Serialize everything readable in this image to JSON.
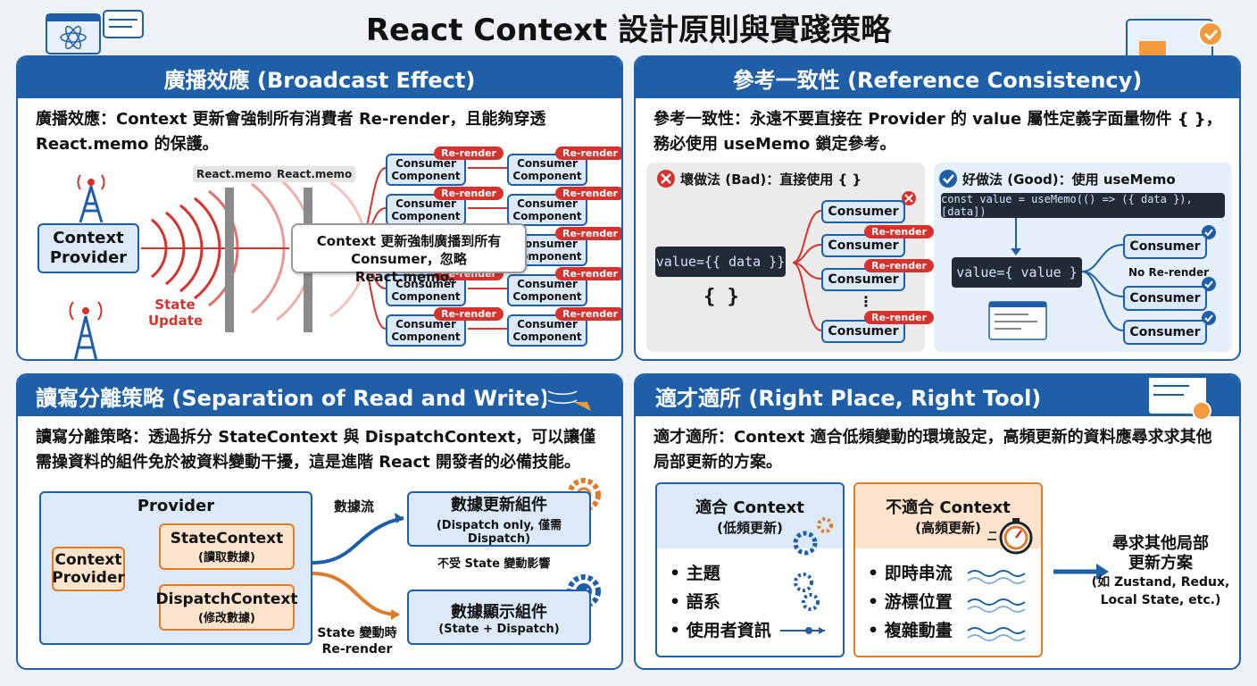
{
  "title": "React Context 設計原則與實踐策略",
  "p1": {
    "heading": "廣播效應 (Broadcast Effect)",
    "desc": "廣播效應：Context 更新會強制所有消費者 Re-render，且能夠穿透 React.memo 的保護。",
    "provider": "Context Provider",
    "memo1": "React.memo",
    "memo2": "React.memo",
    "state_update": "State Update",
    "callout": "Context 更新強制廣播到所有 Consumer，忽略 React.memo。",
    "consumer": "Consumer Component",
    "rerender": "Re-render"
  },
  "p2": {
    "heading": "參考一致性 (Reference Consistency)",
    "desc": "參考一致性：永遠不要直接在 Provider 的 value 屬性定義字面量物件 { }，務必使用 useMemo 鎖定參考。",
    "bad_title": "壞做法 (Bad)：直接使用 { }",
    "bad_code": "value={{ data }}",
    "braces": "{ }",
    "good_title": "好做法 (Good)：使用 useMemo",
    "good_code": "const value = useMemo(() => ({ data }), [data])",
    "good_value": "value={ value }",
    "consumer": "Consumer",
    "rerender": "Re-render",
    "dots": "⋮",
    "no_rerender": "No Re-render"
  },
  "p3": {
    "heading": "讀寫分離策略 (Separation of Read and Write)",
    "desc": "讀寫分離策略：透過拆分 StateContext 與 DispatchContext，可以讓僅需操資料的組件免於被資料變動干擾，這是進階 React 開發者的必備技能。",
    "provider": "Provider",
    "ctx_provider": "Context Provider",
    "state_ctx": "StateContext",
    "state_ctx_sub": "(讀取數據)",
    "dispatch_ctx": "DispatchContext",
    "dispatch_ctx_sub": "(修改數據)",
    "flow_label": "數據流",
    "update_comp": "數據更新組件",
    "update_comp_sub": "(Dispatch only, 僅需 Dispatch)",
    "unaffected": "不受 State 變動影響",
    "display_comp": "數據顯示組件",
    "display_comp_sub": "(State + Dispatch)",
    "rerender_note1": "State 變動時",
    "rerender_note2": "Re-render"
  },
  "p4": {
    "heading": "適才適所 (Right Place, Right Tool)",
    "desc": "適才適所：Context 適合低頻變動的環境設定，高頻更新的資料應尋求求其他局部更新的方案。",
    "good_title": "適合 Context",
    "good_sub": "(低頻更新)",
    "good_items": [
      "主題",
      "語系",
      "使用者資訊"
    ],
    "bad_title": "不適合 Context",
    "bad_sub": "(高頻更新)",
    "bad_items": [
      "即時串流",
      "游標位置",
      "複雜動畫"
    ],
    "alt1": "尋求其他局部",
    "alt2": "更新方案",
    "alt3": "(如 Zustand, Redux,",
    "alt4": "Local State, etc.)"
  },
  "colors": {
    "blue": "#1e5fa8",
    "red": "#d6322e",
    "orange": "#e07b28",
    "lightblue": "#dbe9f8",
    "lightorange": "#fbe3cc"
  }
}
